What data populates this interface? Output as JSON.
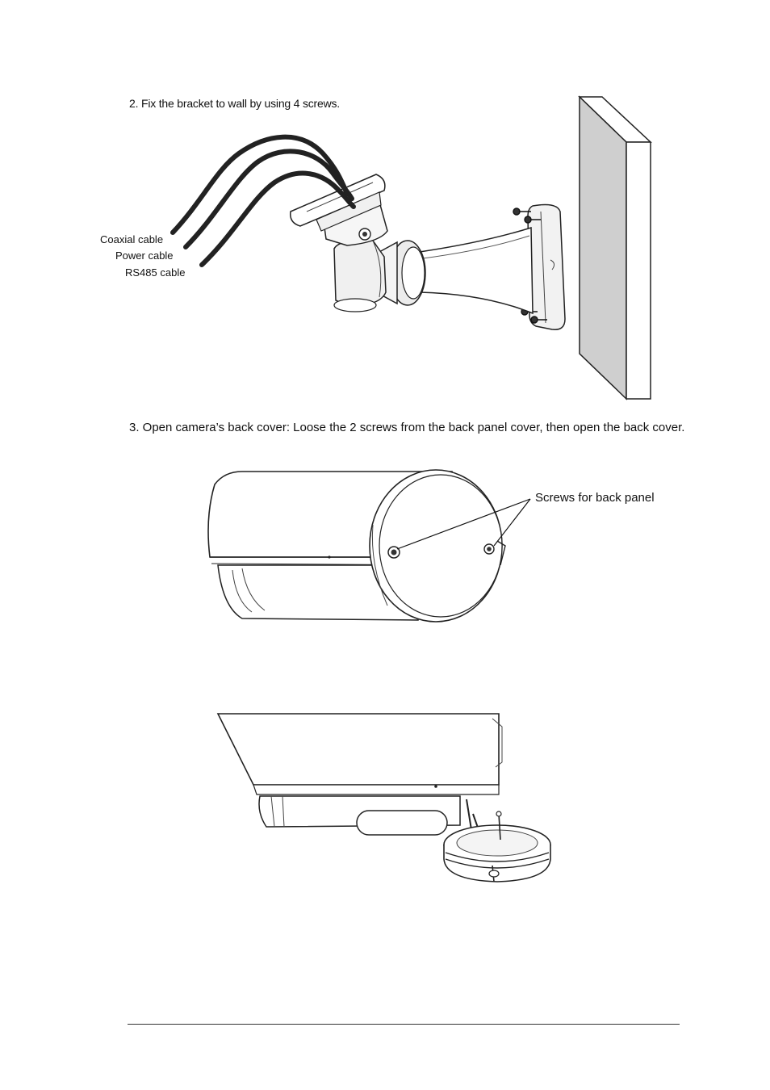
{
  "step2": {
    "text": "2. Fix the bracket to wall by using 4 screws."
  },
  "figure1": {
    "labels": {
      "coaxial": "Coaxial cable",
      "power": "Power cable",
      "rs485": "RS485 cable"
    }
  },
  "step3": {
    "text": "3. Open camera’s back cover: Loose the 2 screws from the back panel cover, then open the back cover."
  },
  "figure2": {
    "callout": "Screws for back panel"
  }
}
